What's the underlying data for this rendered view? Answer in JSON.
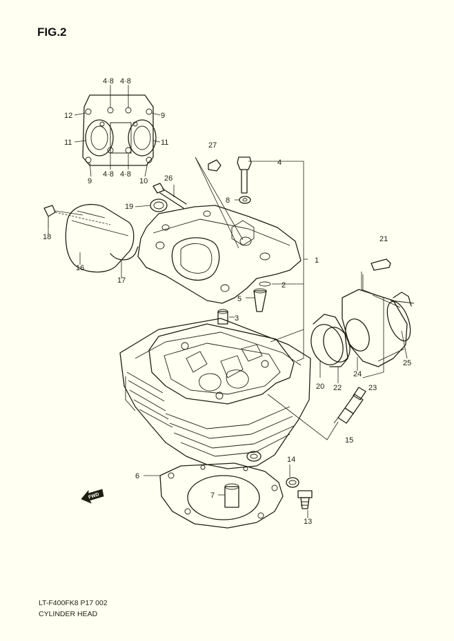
{
  "figure_title": "FIG.2",
  "model_code": "LT-F400FK8 P17  002",
  "caption": "CYLINDER HEAD",
  "direction_arrow": "FWD",
  "callouts": {
    "c1": "1",
    "c2": "2",
    "c3": "3",
    "c4": "4",
    "c5": "5",
    "c6": "6",
    "c7": "7",
    "c8": "8",
    "c9a": "9",
    "c9b": "9",
    "c10": "10",
    "c11a": "11",
    "c11b": "11",
    "c12": "12",
    "c13": "13",
    "c14": "14",
    "c15": "15",
    "c16": "16",
    "c17": "17",
    "c18": "18",
    "c19": "19",
    "c20": "20",
    "c21": "21",
    "c22": "22",
    "c23": "23",
    "c24": "24",
    "c25": "25",
    "c26": "26",
    "c27": "27",
    "c48_tl": "4·8",
    "c48_tr": "4·8",
    "c48_bl": "4·8",
    "c48_br": "4·8"
  }
}
